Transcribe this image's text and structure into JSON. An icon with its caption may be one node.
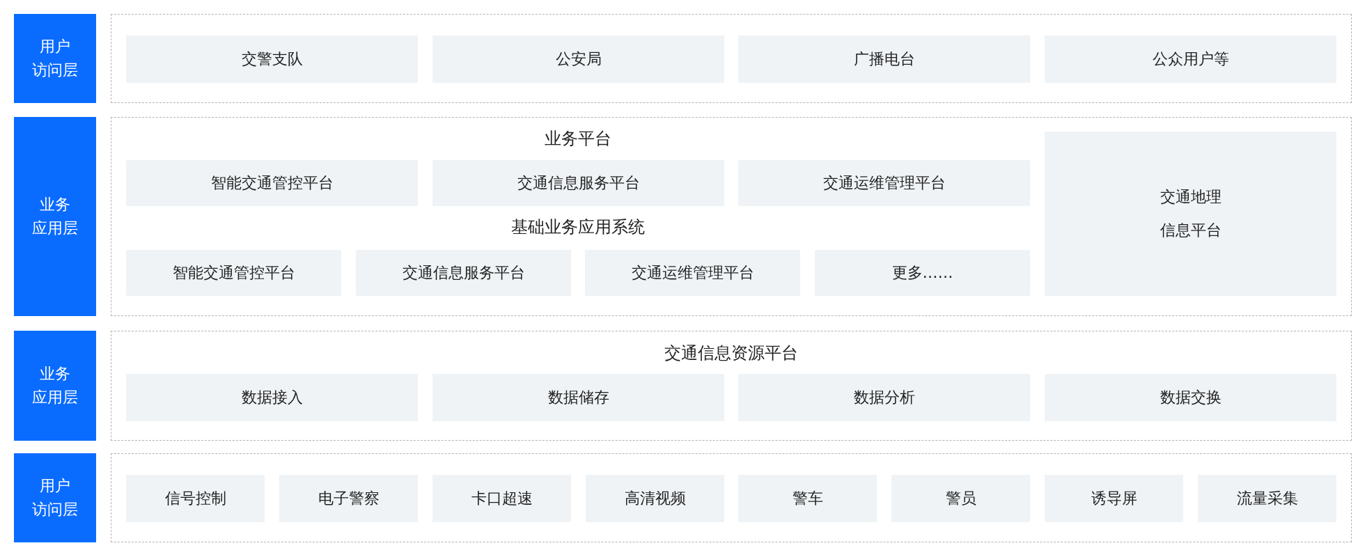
{
  "diagram": {
    "nodes": [
      {
        "text": [
          "用户访问层"
        ]
      },
      {
        "text": [],
        "shape": "box"
      },
      {
        "text": [
          "交警支队"
        ],
        "in": 1
      },
      {
        "text": [
          "公安局"
        ],
        "in": 1
      },
      {
        "text": [
          "广播电台"
        ],
        "in": 1
      },
      {
        "text": [
          "公众用户等"
        ],
        "in": 1
      },
      {
        "text": [
          "业务应用层"
        ]
      },
      {
        "text": [
          "业务平台",
          "基础业务应用系统"
        ]
      },
      {
        "text": [
          "智能交通管控平台"
        ],
        "in": 7
      },
      {
        "text": [
          "交通信息服务平台"
        ],
        "in": 7
      },
      {
        "text": [
          "交通运维管理平台"
        ],
        "in": 7
      },
      {
        "text": [
          "智能交通管控平台"
        ],
        "in": 7
      },
      {
        "text": [
          "交通信息服务平台"
        ],
        "in": 7
      },
      {
        "text": [
          "交通运维管理平台"
        ],
        "in": 7
      },
      {
        "text": [
          "更多……"
        ],
        "in": 7
      },
      {
        "text": [
          "交通地理信息平台"
        ],
        "in": 7
      },
      {
        "text": [
          "业务应用层"
        ]
      },
      {
        "text": [
          "交通信息资源平台"
        ]
      },
      {
        "text": [
          "数据接入"
        ],
        "in": 17
      },
      {
        "text": [
          "数据储存"
        ],
        "in": 17
      },
      {
        "text": [
          "数据分析"
        ],
        "in": 17
      },
      {
        "text": [
          "数据交换"
        ],
        "in": 17
      },
      {
        "text": [
          "用户访问层"
        ]
      },
      {
        "text": [],
        "shape": "box"
      },
      {
        "text": [
          "信号控制"
        ],
        "in": 23
      },
      {
        "text": [
          "电子警察"
        ],
        "in": 23
      },
      {
        "text": [
          "卡口超速"
        ],
        "in": 23
      },
      {
        "text": [
          "高清视频"
        ],
        "in": 23
      },
      {
        "text": [
          "警车"
        ],
        "in": 23
      },
      {
        "text": [
          "警员"
        ],
        "in": 23
      },
      {
        "text": [
          "诱导屏"
        ],
        "in": 23
      },
      {
        "text": [
          "流量采集"
        ],
        "in": 23
      }
    ]
  }
}
